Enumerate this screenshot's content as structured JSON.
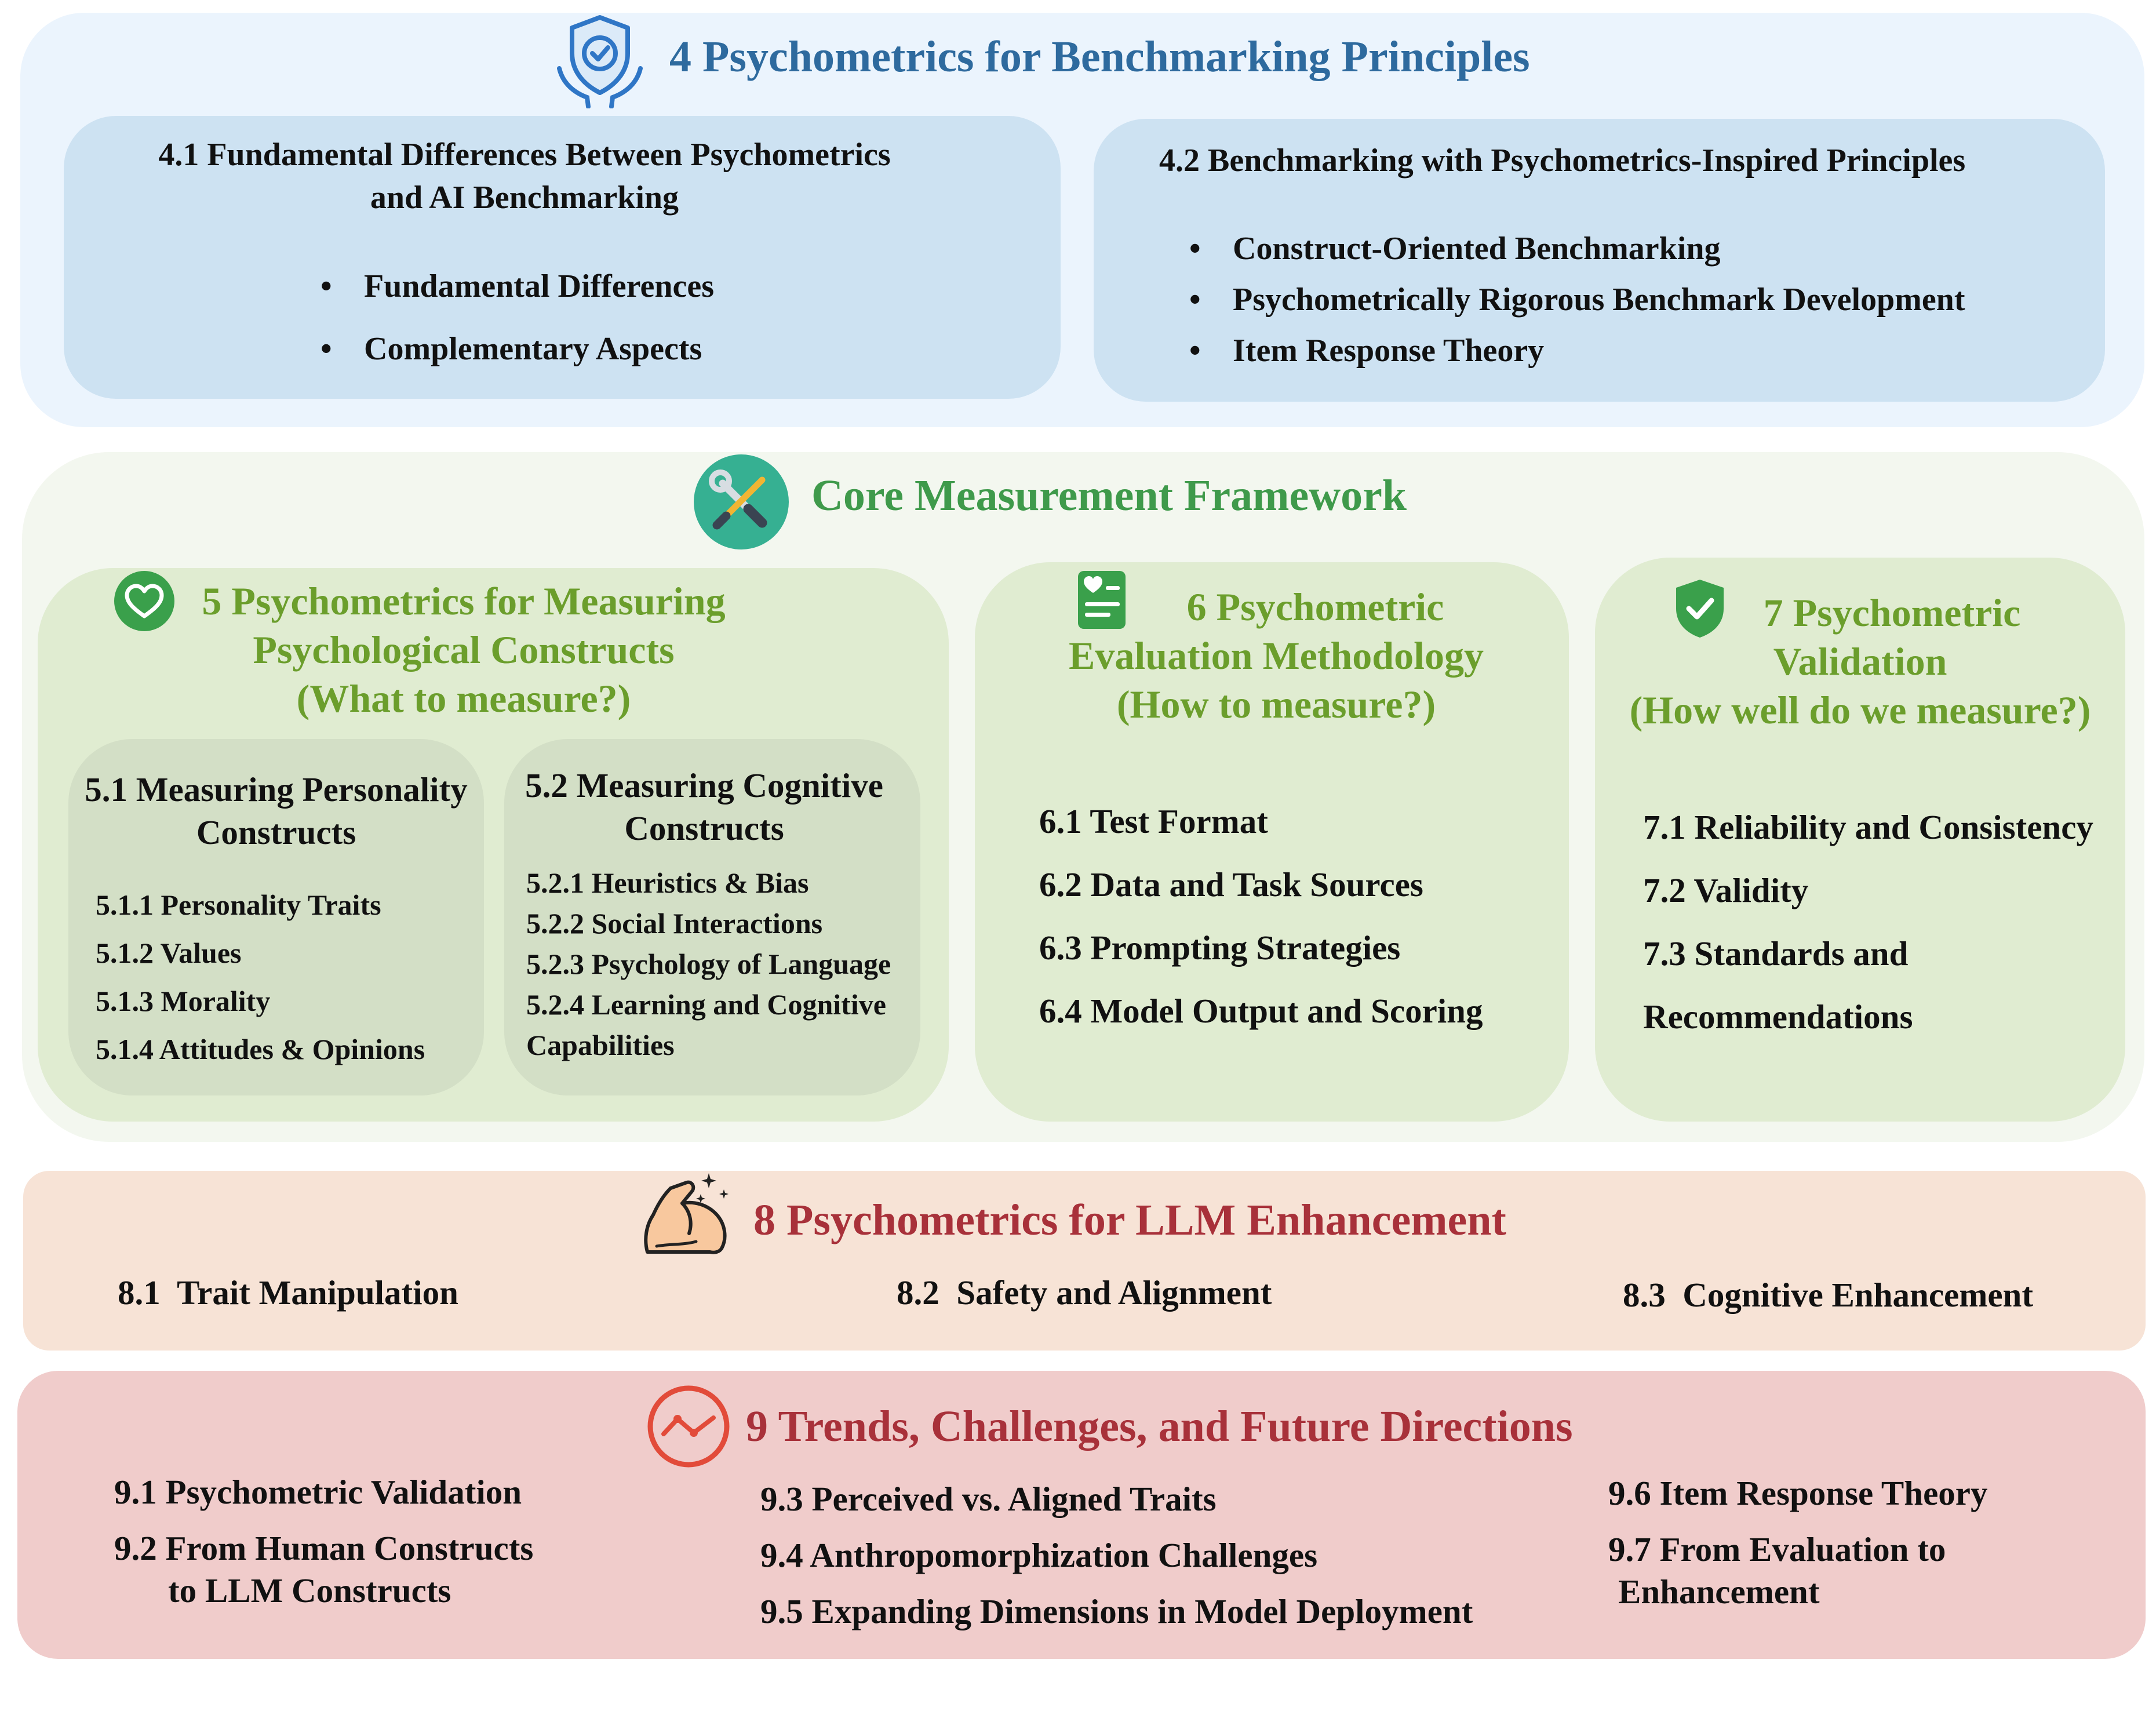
{
  "colors": {
    "sec4_bg": "#ebf4fd",
    "sec4_box": "#cde2f2",
    "core_bg": "#f3f7ef",
    "green_box": "#e0ecd1",
    "grey_box": "#d3dfc6",
    "sec8_bg": "#f7e3d6",
    "sec9_bg": "#f0cccb",
    "title_blue": "#2e6a9e",
    "title_green": "#3f9a4b",
    "title_olive": "#6b9e2c",
    "title_red": "#a8313a"
  },
  "icons": {
    "sec4": "shield-hands-icon",
    "core": "tools-icon",
    "sec5": "heart-icon",
    "sec6": "checklist-icon",
    "sec7": "shield-check-icon",
    "sec8": "flexed-arm-icon",
    "sec9": "trend-line-icon"
  },
  "sec4": {
    "title": "4 Psychometrics for Benchmarking Principles",
    "box41": {
      "title_line1": "4.1 Fundamental Differences Between Psychometrics",
      "title_line2": "and AI Benchmarking",
      "items": [
        "Fundamental Differences",
        "Complementary Aspects"
      ]
    },
    "box42": {
      "title": "4.2 Benchmarking with Psychometrics-Inspired Principles",
      "items": [
        "Construct-Oriented Benchmarking",
        "Psychometrically Rigorous Benchmark Development",
        "Item Response Theory"
      ]
    }
  },
  "core": {
    "title": "Core Measurement Framework",
    "sec5": {
      "title_line1": "5 Psychometrics for Measuring",
      "title_line2": "Psychological Constructs",
      "title_line3": "(What to measure?)",
      "sub51": {
        "title_line1": "5.1 Measuring Personality",
        "title_line2": "Constructs",
        "items": [
          "5.1.1 Personality Traits",
          "5.1.2 Values",
          "5.1.3 Morality",
          "5.1.4 Attitudes & Opinions"
        ]
      },
      "sub52": {
        "title_line1": "5.2 Measuring Cognitive",
        "title_line2": "Constructs",
        "items": [
          "5.2.1 Heuristics & Bias",
          "5.2.2 Social Interactions",
          "5.2.3 Psychology of Language",
          "5.2.4 Learning and Cognitive",
          "Capabilities"
        ]
      }
    },
    "sec6": {
      "title_line1": "6 Psychometric",
      "title_line2": "Evaluation Methodology",
      "title_line3": "(How to measure?)",
      "items": [
        "6.1 Test Format",
        "6.2 Data and Task Sources",
        "6.3 Prompting Strategies",
        "6.4 Model Output and Scoring"
      ]
    },
    "sec7": {
      "title_line1": "7 Psychometric",
      "title_line2": "Validation",
      "title_line3": "(How well do we measure?)",
      "items": [
        "7.1 Reliability and Consistency",
        "7.2 Validity",
        "7.3 Standards and",
        "Recommendations"
      ]
    }
  },
  "sec8": {
    "title": "8 Psychometrics for LLM Enhancement",
    "items": [
      "8.1  Trait Manipulation",
      "8.2  Safety and Alignment",
      "8.3  Cognitive Enhancement"
    ]
  },
  "sec9": {
    "title": "9 Trends, Challenges, and Future Directions",
    "col1": [
      "9.1 Psychometric Validation",
      "9.2 From Human Constructs",
      "to LLM Constructs"
    ],
    "col2": [
      "9.3 Perceived vs. Aligned Traits",
      "9.4 Anthropomorphization Challenges",
      "9.5 Expanding Dimensions in Model Deployment"
    ],
    "col3": [
      "9.6 Item Response Theory",
      "9.7 From Evaluation to",
      "Enhancement"
    ]
  }
}
